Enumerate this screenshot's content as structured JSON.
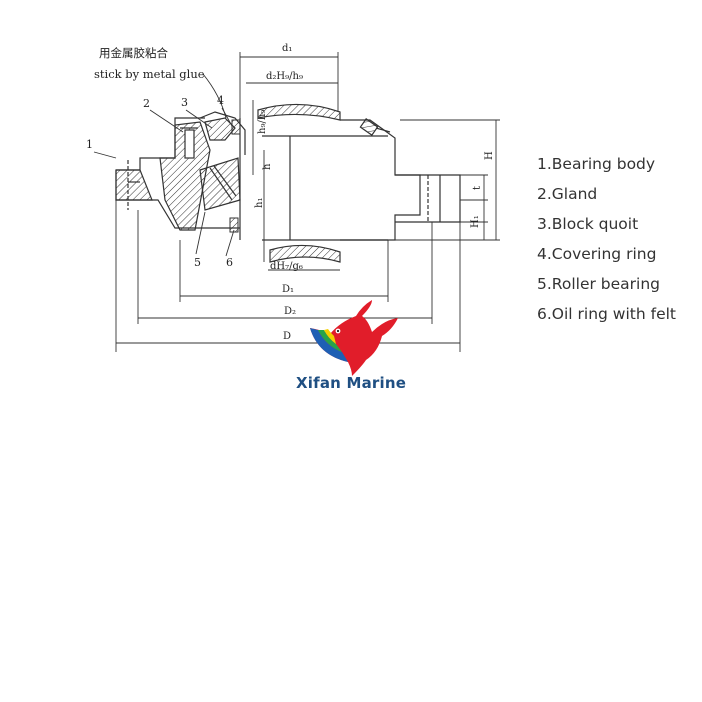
{
  "annotation": {
    "chinese": "用金属胶粘合",
    "english": "stick by metal glue"
  },
  "callouts": [
    "1",
    "2",
    "3",
    "4",
    "5",
    "6"
  ],
  "dimensions": {
    "d1": "d₁",
    "d2": "d₂H₉/h₉",
    "h_fit": "h₉/h₉",
    "h": "h",
    "h1": "h₁",
    "H": "H",
    "t": "t",
    "H1": "H₁",
    "dH7": "dH₇/g₆",
    "D1": "D₁",
    "D2": "D₂",
    "D": "D"
  },
  "legend": [
    "1.Bearing body",
    "2.Gland",
    "3.Block quoit",
    "4.Covering ring",
    "5.Roller bearing",
    "6.Oil ring with felt"
  ],
  "brand": {
    "name": "Xifan Marine",
    "colors": {
      "red": "#e11d2a",
      "yellow": "#f4d000",
      "green": "#27a34a",
      "blue": "#1e5fb4",
      "text": "#1f4f82"
    }
  }
}
